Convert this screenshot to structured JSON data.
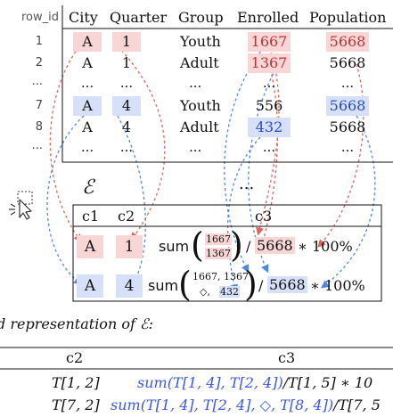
{
  "top_table": {
    "row_id_header": "row_id",
    "headers": [
      "City",
      "Quarter",
      "Group",
      "Enrolled",
      "Population"
    ],
    "row_ids": [
      "1",
      "2",
      "...",
      "7",
      "8",
      "..."
    ],
    "rows": [
      [
        "A",
        "1",
        "Youth",
        "1667",
        "5668"
      ],
      [
        "A",
        "1",
        "Adult",
        "1367",
        "5668"
      ],
      [
        "...",
        "...",
        "...",
        "...",
        "..."
      ],
      [
        "A",
        "4",
        "Youth",
        "556",
        "5668"
      ],
      [
        "A",
        "4",
        "Adult",
        "432",
        "5668"
      ],
      [
        "...",
        "...",
        "...",
        "...",
        "..."
      ]
    ]
  },
  "cursor_icon": "pointer-selection-icon",
  "e_box": {
    "title": "ℰ",
    "dots": "...",
    "headers": [
      "c1",
      "c2",
      "c3"
    ],
    "row1": {
      "c1": "A",
      "c2": "1",
      "sum": "sum",
      "top": "1667",
      "bottom": "1367",
      "div": "/",
      "pop": "5668",
      "tail": "∗ 100%"
    },
    "row2": {
      "c1": "A",
      "c2": "4",
      "sum": "sum",
      "top": "1667, 1367",
      "bottom_sym": "◇, ",
      "bottom_val": "432",
      "div": "/",
      "pop": "5668",
      "tail": "∗ 100%"
    }
  },
  "caption": "d representation of ℰ:",
  "bottom_table": {
    "headers": [
      "c2",
      "c3"
    ],
    "row1": {
      "c2": "T[1, 2]",
      "c3_blue": "sum(T[1, 4], T[2, 4])",
      "c3_rest": "/T[1, 5] ∗ 10"
    },
    "row2": {
      "c2": "T[7, 2]",
      "c3_blue": "sum(T[1, 4], T[2, 4], ◇, T[8, 4])",
      "c3_rest": "/T[7, 5"
    }
  },
  "colors": {
    "red_highlight": "#f8d6d6",
    "blue_highlight": "#d6e0f8",
    "red_arrow": "#e0645a",
    "blue_arrow": "#4f86e8",
    "formula_blue": "#3a56e6"
  }
}
